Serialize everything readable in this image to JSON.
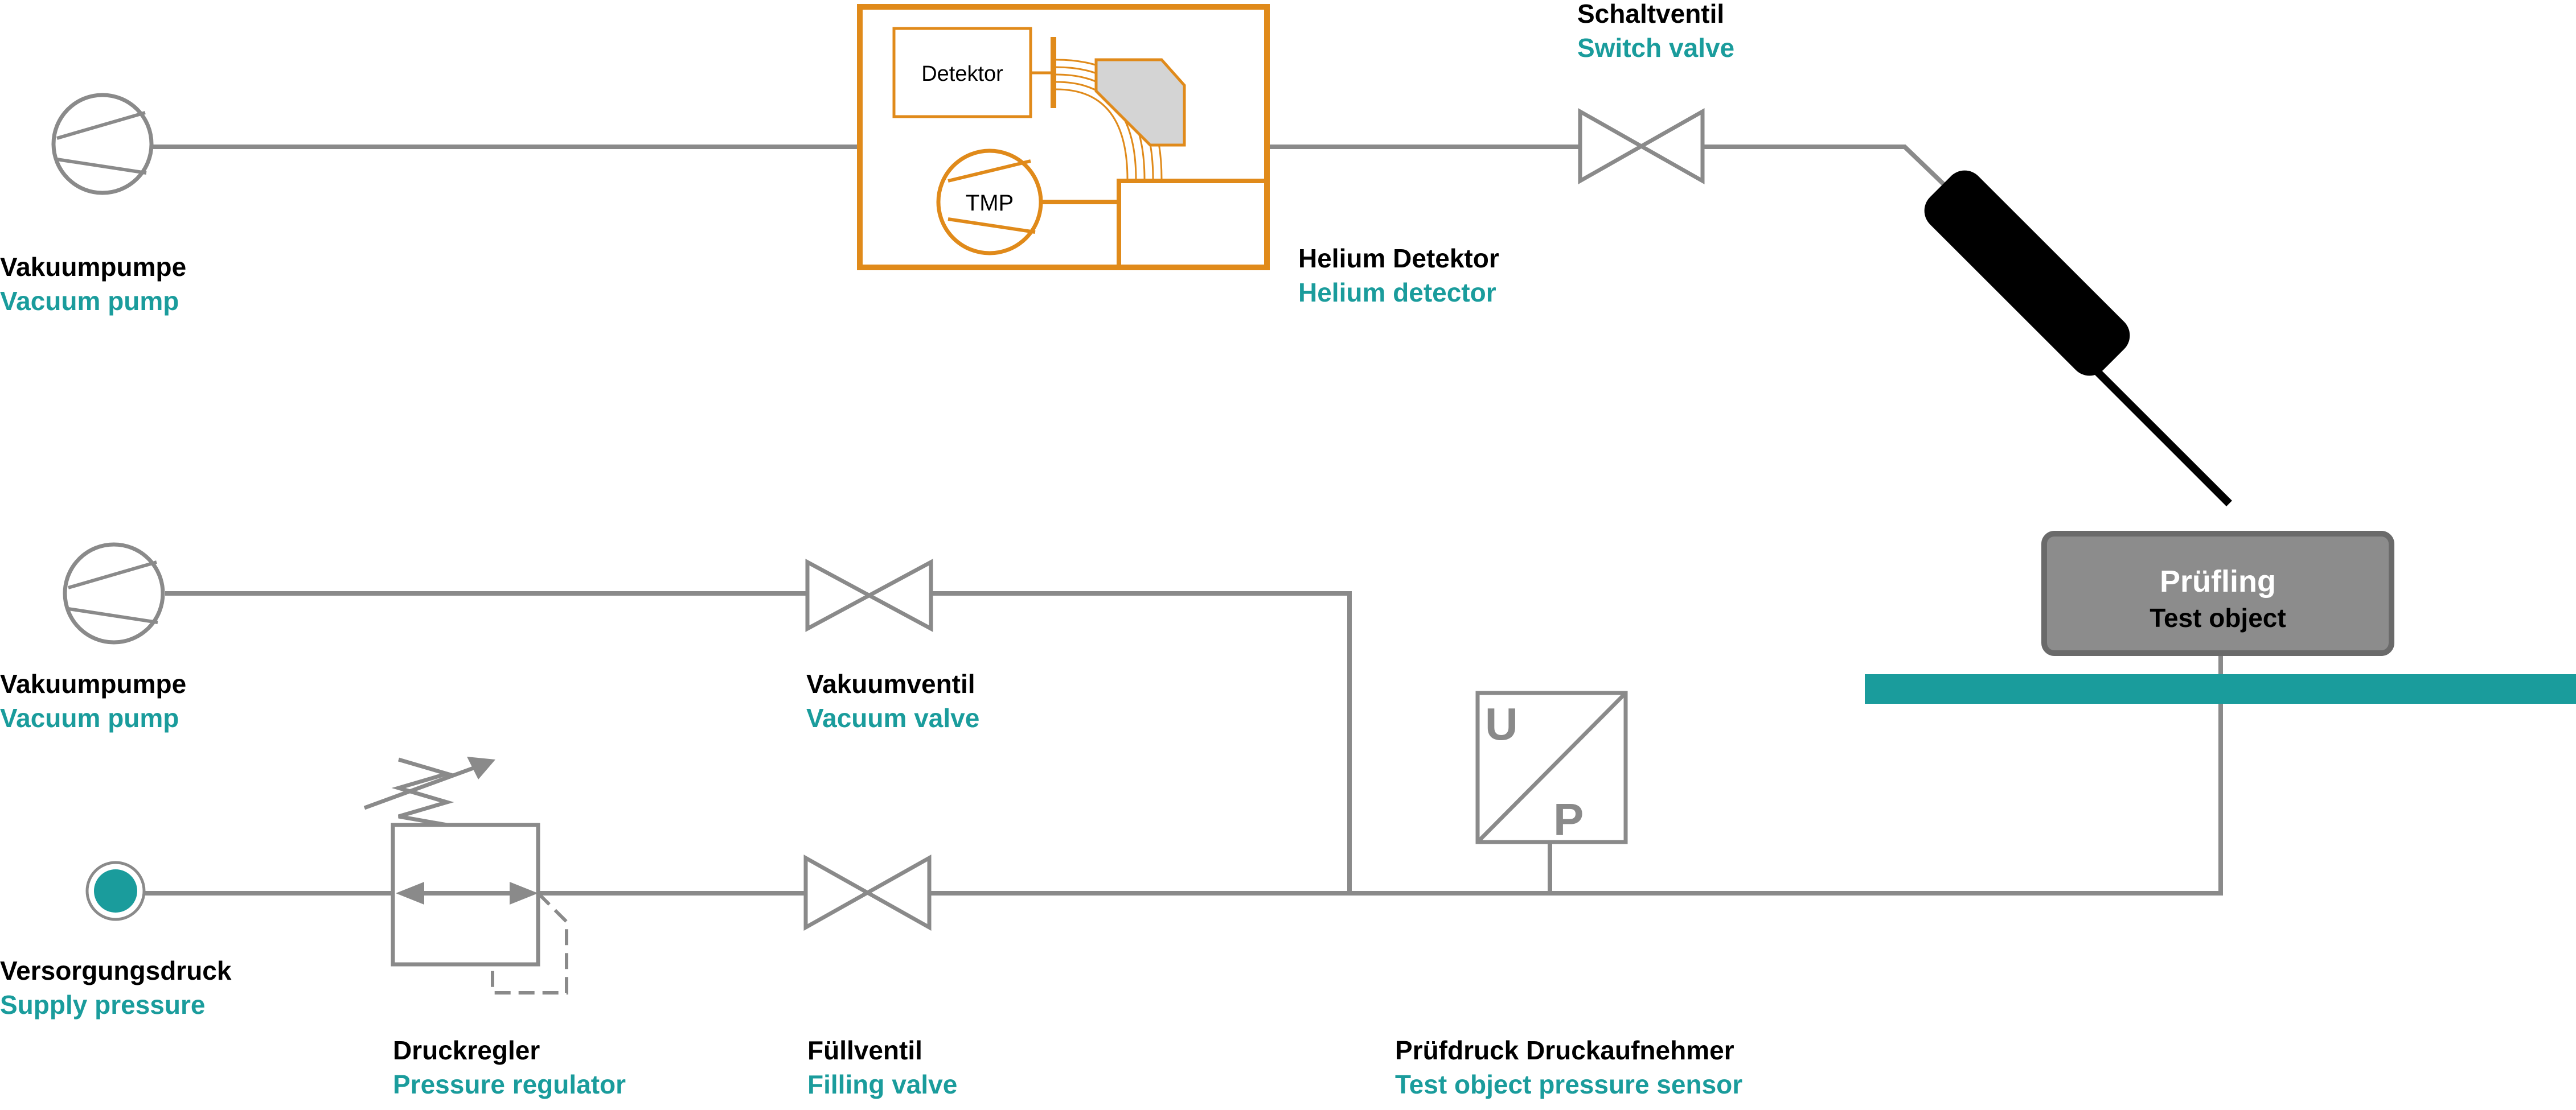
{
  "colors": {
    "pipe": "#8a8a8a",
    "german_label": "#000000",
    "english_label": "#1a9c9c",
    "helium_detector": "#e08a1a",
    "test_object_fill": "#8c8c8c",
    "sniffer_probe": "#000000",
    "rail": "#1a9c9c"
  },
  "components": {
    "vacuum_pump_top": {
      "de": "Vakuumpumpe",
      "en": "Vacuum pump"
    },
    "vacuum_pump_mid": {
      "de": "Vakuumpumpe",
      "en": "Vacuum pump"
    },
    "supply_pressure": {
      "de": "Versorgungsdruck",
      "en": "Supply pressure"
    },
    "pressure_regulator": {
      "de": "Druckregler",
      "en": "Pressure regulator"
    },
    "vacuum_valve": {
      "de": "Vakuumventil",
      "en": "Vacuum valve"
    },
    "filling_valve": {
      "de": "Füllventil",
      "en": "Filling valve"
    },
    "pressure_sensor": {
      "de": "Prüfdruck Druckaufnehmer",
      "en": "Test object pressure sensor",
      "letter_u": "U",
      "letter_p": "P"
    },
    "helium_detector": {
      "de": "Helium Detektor",
      "en": "Helium detector",
      "detector_label": "Detektor",
      "tmp_label": "TMP"
    },
    "switch_valve": {
      "de": "Schaltventil",
      "en": "Switch valve"
    },
    "test_object": {
      "de": "Prüfling",
      "en": "Test object"
    }
  }
}
